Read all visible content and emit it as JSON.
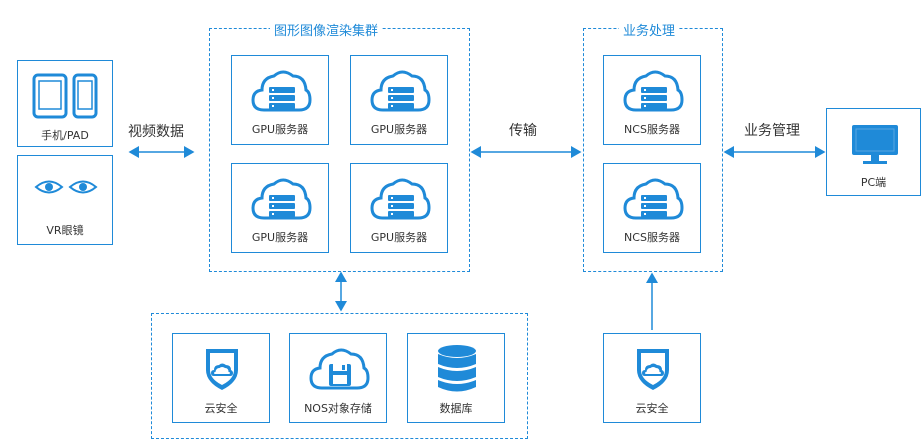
{
  "devices": {
    "phone_pad_label": "手机/PAD",
    "vr_label": "VR眼镜"
  },
  "flows": {
    "video_data": "视频数据",
    "transfer": "传输",
    "business_mgmt": "业务管理"
  },
  "render_cluster": {
    "title": "图形图像渲染集群",
    "servers": [
      "GPU服务器",
      "GPU服务器",
      "GPU服务器",
      "GPU服务器"
    ]
  },
  "business": {
    "title": "业务处理",
    "servers": [
      "NCS服务器",
      "NCS服务器"
    ]
  },
  "pc": {
    "label": "PC端"
  },
  "storage": {
    "cloud_security": "云安全",
    "nos": "NOS对象存储",
    "database": "数据库"
  },
  "business_security": {
    "label": "云安全"
  },
  "colors": {
    "accent": "#1f8ad8"
  }
}
